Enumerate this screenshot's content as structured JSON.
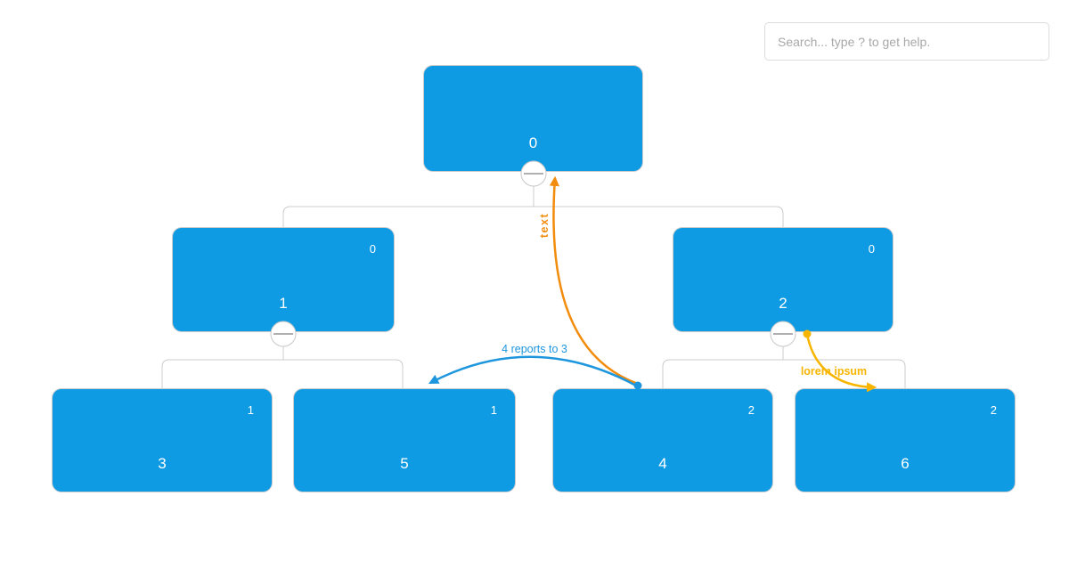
{
  "search": {
    "placeholder": "Search... type ? to get help."
  },
  "chart": {
    "type": "org-chart-tree",
    "nodes": [
      {
        "id": "0",
        "label": "0",
        "badge": "",
        "has_collapse_toggle": true
      },
      {
        "id": "1",
        "label": "1",
        "badge": "0",
        "has_collapse_toggle": true
      },
      {
        "id": "2",
        "label": "2",
        "badge": "0",
        "has_collapse_toggle": true
      },
      {
        "id": "3",
        "label": "3",
        "badge": "1",
        "has_collapse_toggle": false
      },
      {
        "id": "4",
        "label": "4",
        "badge": "2",
        "has_collapse_toggle": false
      },
      {
        "id": "5",
        "label": "5",
        "badge": "1",
        "has_collapse_toggle": false
      },
      {
        "id": "6",
        "label": "6",
        "badge": "2",
        "has_collapse_toggle": false
      }
    ],
    "tree_edges": [
      [
        "0",
        "1"
      ],
      [
        "0",
        "2"
      ],
      [
        "1",
        "3"
      ],
      [
        "1",
        "5"
      ],
      [
        "2",
        "4"
      ],
      [
        "2",
        "6"
      ]
    ],
    "connections": [
      {
        "from": "4",
        "to": "0",
        "label": "text",
        "color": "#F28C0D"
      },
      {
        "from": "4",
        "to": "3",
        "label": "4 reports to 3",
        "color": "#1E96DE"
      },
      {
        "from": "2",
        "to": "6",
        "label": "lorem ipsum",
        "color": "#F7B500"
      }
    ]
  },
  "colors": {
    "node_fill": "#0F9BE3",
    "node_text": "#FFFFFF",
    "node_border": "#CCCCCC",
    "tree_link": "#CCCCCC",
    "toggle_fill": "#FFFFFF",
    "toggle_minus": "#B0B0B0",
    "connection_orange": "#F28C0D",
    "connection_blue": "#1E96DE",
    "connection_yellow": "#F7B500",
    "search_placeholder": "#A8A8A8"
  },
  "icons": {
    "collapse_toggle": "minus-icon",
    "connection_end": "arrowhead-icon",
    "connection_start": "dot"
  }
}
